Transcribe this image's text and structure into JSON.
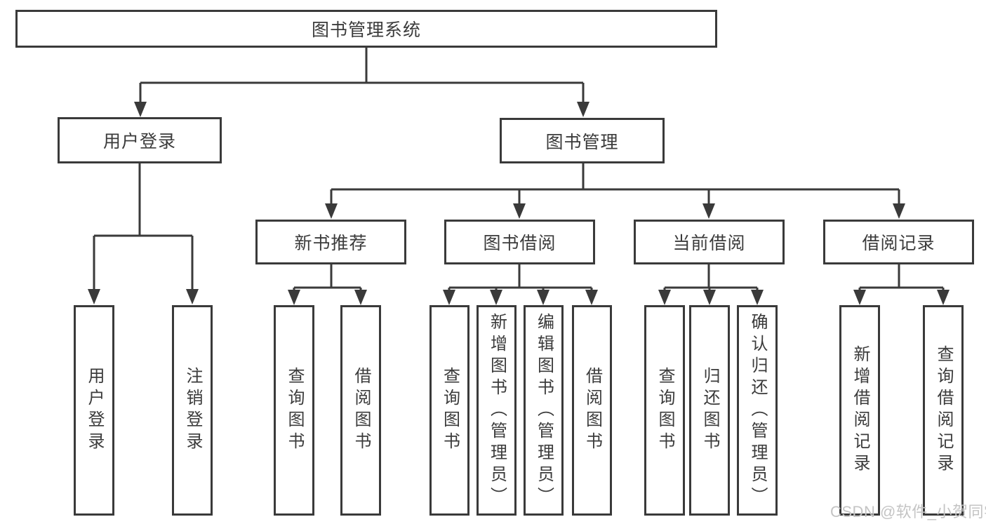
{
  "diagram_title": "图书管理系统",
  "nodes": {
    "root": {
      "label": "图书管理系统"
    },
    "level2": [
      {
        "label": "用户登录"
      },
      {
        "label": "图书管理"
      }
    ],
    "level3": [
      {
        "label": "新书推荐"
      },
      {
        "label": "图书借阅"
      },
      {
        "label": "当前借阅"
      },
      {
        "label": "借阅记录"
      }
    ],
    "leaves": [
      {
        "label": "用户登录",
        "parent": "用户登录"
      },
      {
        "label": "注销登录",
        "parent": "用户登录"
      },
      {
        "label": "查询图书",
        "parent": "新书推荐"
      },
      {
        "label": "借阅图书",
        "parent": "新书推荐"
      },
      {
        "label": "查询图书",
        "parent": "图书借阅"
      },
      {
        "label": "新增图书（管理员）",
        "parent": "图书借阅"
      },
      {
        "label": "编辑图书（管理员）",
        "parent": "图书借阅"
      },
      {
        "label": "借阅图书",
        "parent": "图书借阅"
      },
      {
        "label": "查询图书",
        "parent": "当前借阅"
      },
      {
        "label": "归还图书",
        "parent": "当前借阅"
      },
      {
        "label": "确认归还（管理员）",
        "parent": "当前借阅"
      },
      {
        "label": "新增借阅记录",
        "parent": "借阅记录"
      },
      {
        "label": "查询借阅记录",
        "parent": "借阅记录"
      }
    ]
  },
  "watermark": {
    "text": "CSDN @软件_小贺同学",
    "color": "#c4c4c4"
  },
  "colors": {
    "line": "#3a3a3a",
    "box_border": "#3a3a3a",
    "text": "#3b3b3b",
    "background": "#ffffff"
  }
}
